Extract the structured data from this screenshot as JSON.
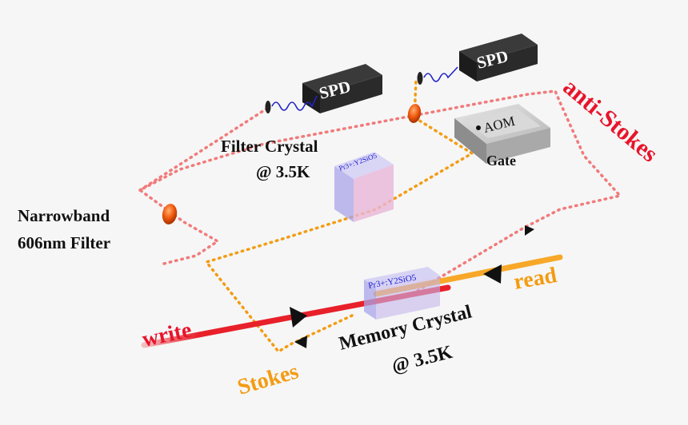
{
  "labels": {
    "spd_left": "SPD",
    "spd_right": "SPD",
    "aom": "AOM",
    "gate": "Gate",
    "filter_crystal_line1": "Filter Crystal",
    "filter_crystal_line2": "@ 3.5K",
    "filter_crystal_material": "Pr3+:Y2SiO5",
    "memory_crystal_material": "Pr3+:Y2SiO5",
    "memory_crystal_line1": "Memory Crystal",
    "memory_crystal_line2": "@ 3.5K",
    "narrowband_line1": "Narrowband",
    "narrowband_line2": "606nm Filter",
    "write": "write",
    "read": "read",
    "stokes": "Stokes",
    "anti_stokes": "anti-Stokes"
  },
  "colors": {
    "background": "#f6f6f6",
    "write_beam": "#e8202a",
    "read_beam": "#f7a31c",
    "stokes_path": "#f39c12",
    "anti_stokes_path": "#f27a7a",
    "label_red": "#e8142a",
    "label_orange": "#f39c12",
    "crystal_fill": "#b9b6f0",
    "material_text": "#1a1ad0"
  }
}
